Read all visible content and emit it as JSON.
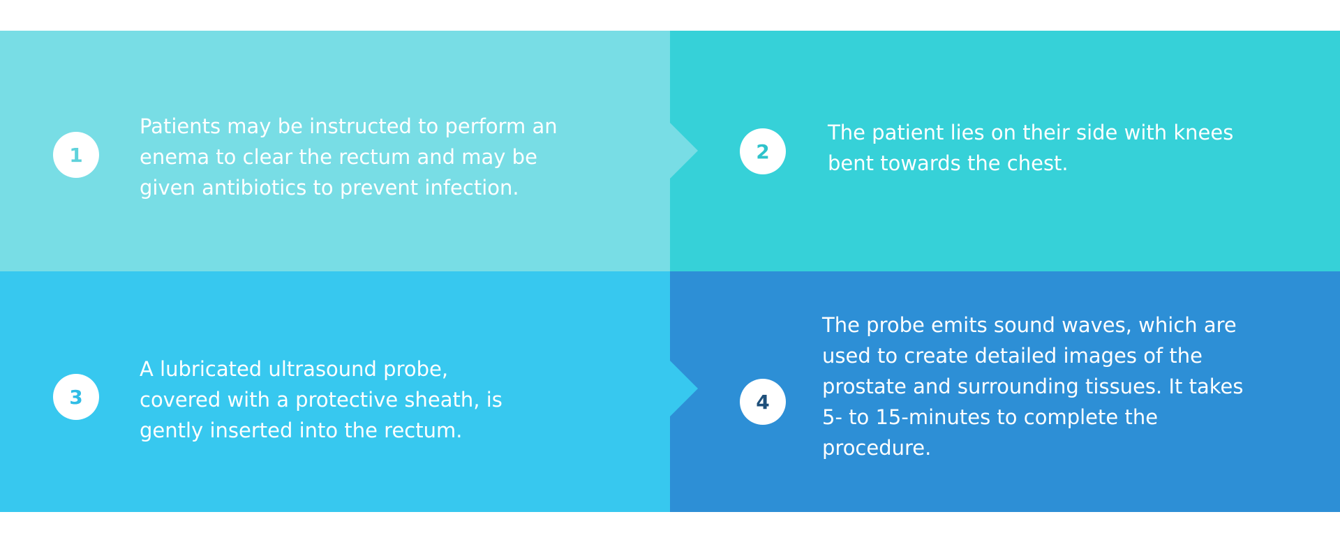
{
  "colors": {
    "step1_bg": "#78dde5",
    "step2_bg": "#36d1d8",
    "step3_bg": "#37c8ef",
    "step4_bg": "#2d8fd6",
    "badge_bg": "#ffffff",
    "text": "#ffffff"
  },
  "steps": [
    {
      "number": "1",
      "number_color": "#5fd2db",
      "text": "Patients may be instructed to perform an enema to clear the rectum and may be given antibiotics to prevent infection."
    },
    {
      "number": "2",
      "number_color": "#2fc3cb",
      "text": "The patient lies on their side with knees bent towards the chest."
    },
    {
      "number": "3",
      "number_color": "#30bde6",
      "text": "A lubricated ultrasound probe, covered with a protective sheath, is gently inserted into the rectum."
    },
    {
      "number": "4",
      "number_color": "#1e4f7a",
      "text": "The probe emits sound waves, which are used to create detailed images of the prostate and surrounding tissues. It takes 5- to 15-minutes to complete the procedure."
    }
  ]
}
